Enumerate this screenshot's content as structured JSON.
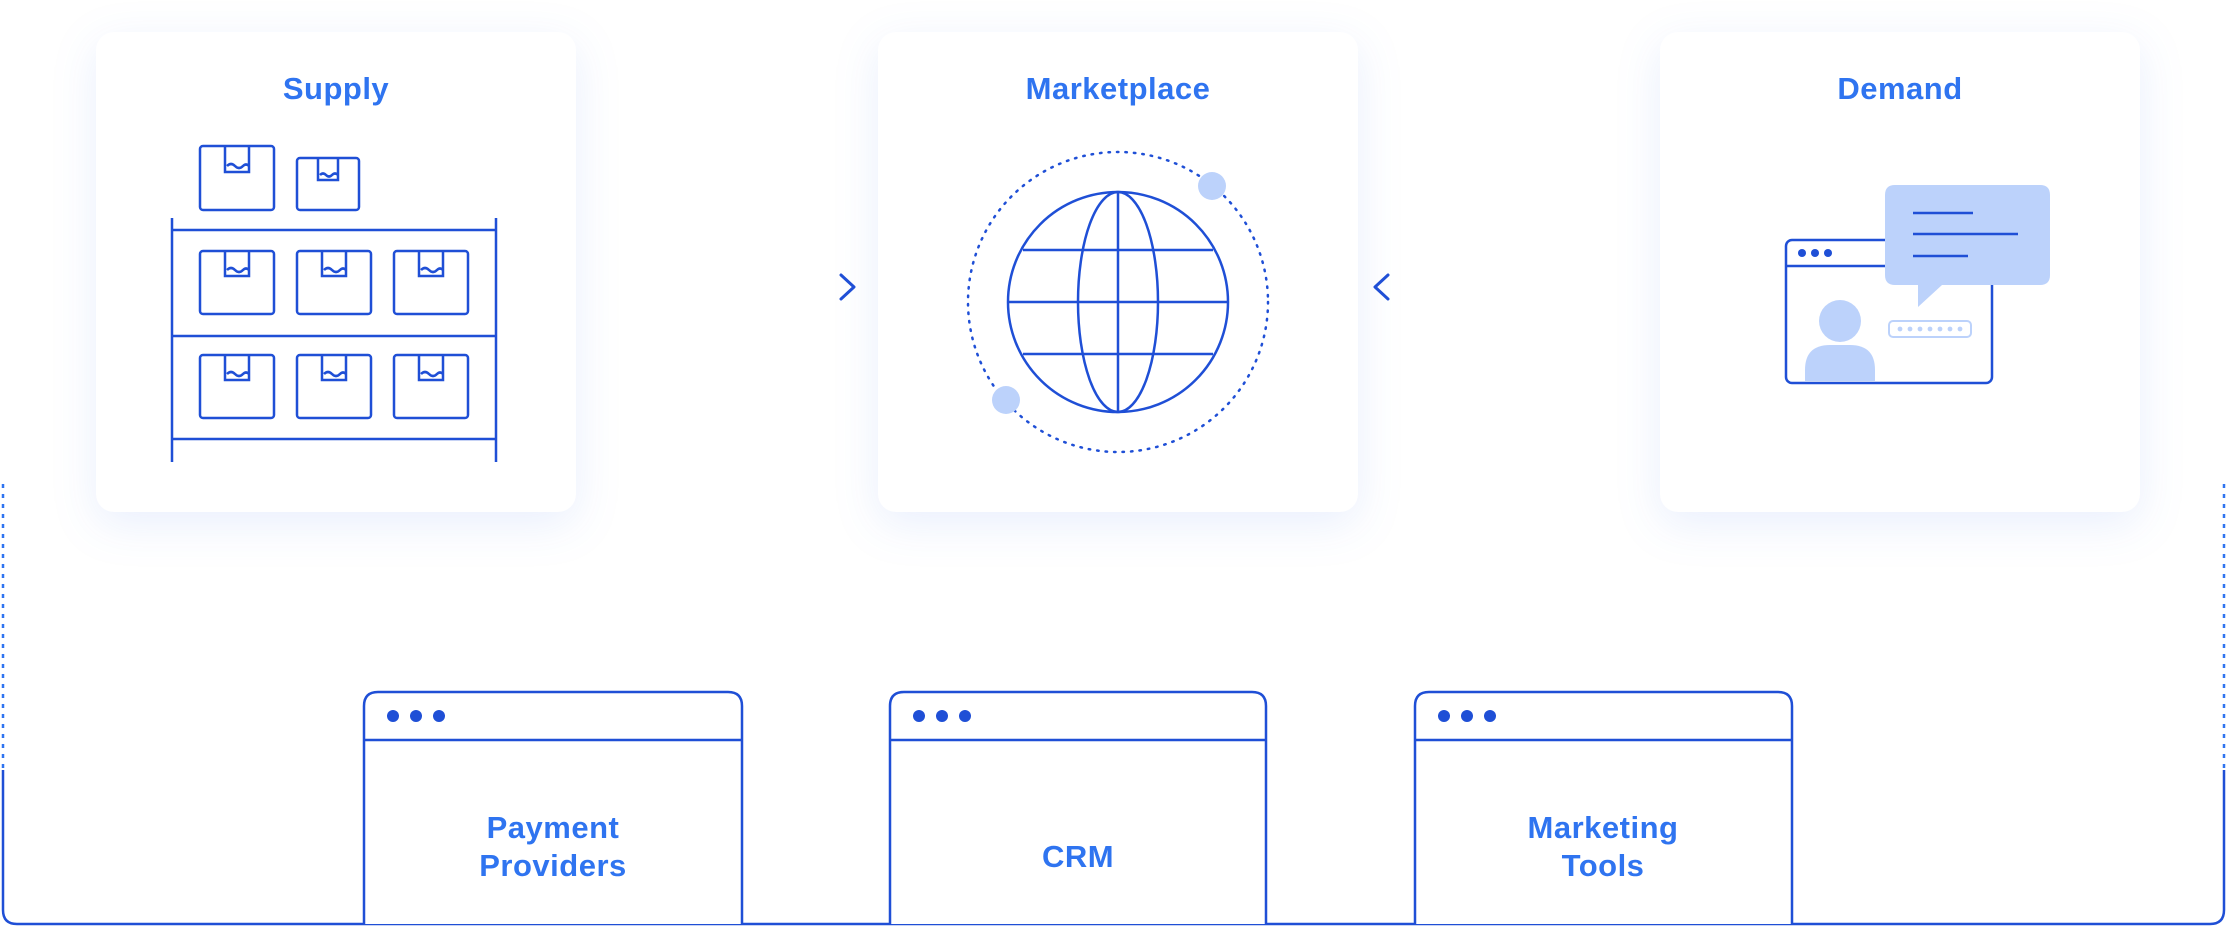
{
  "colors": {
    "primary": "#1f4fd6",
    "label": "#2f74f0",
    "light_accent": "#bcd2fb",
    "card_bg": "#ffffff"
  },
  "nodes": {
    "supply": {
      "label": "Supply",
      "icon": "warehouse-shelf-icon"
    },
    "marketplace": {
      "label": "Marketplace",
      "icon": "globe-icon"
    },
    "demand": {
      "label": "Demand",
      "icon": "user-browser-chat-icon"
    }
  },
  "integrations": [
    {
      "line1": "Payment",
      "line2": "Providers"
    },
    {
      "line1": "CRM",
      "line2": ""
    },
    {
      "line1": "Marketing",
      "line2": "Tools"
    }
  ],
  "connectors": [
    {
      "from": "supply",
      "to": "marketplace"
    },
    {
      "from": "demand",
      "to": "marketplace"
    }
  ]
}
